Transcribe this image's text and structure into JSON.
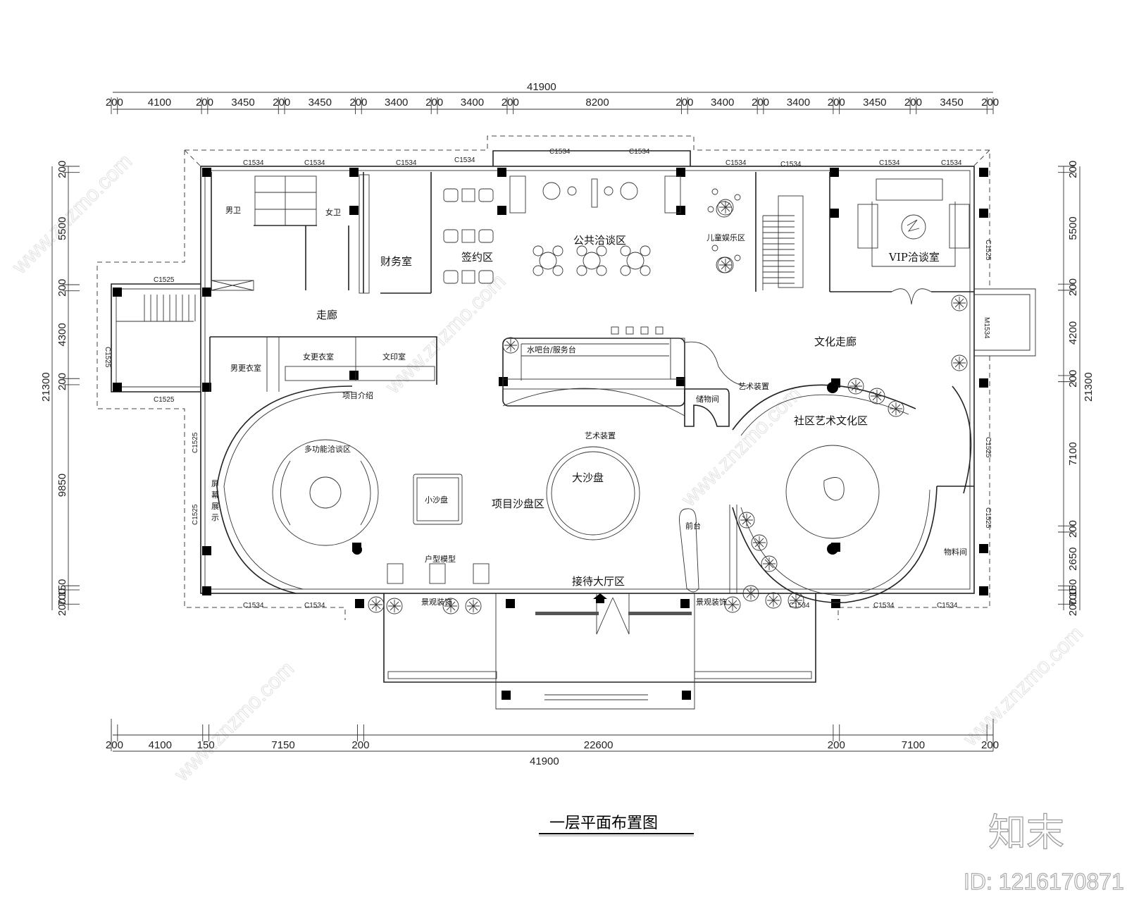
{
  "drawing": {
    "title": "一层平面布置图",
    "watermark_brand": "知末",
    "watermark_id": "ID: 1216170871",
    "watermark_site": "www.znzmo.com"
  },
  "dimensions": {
    "top_total": "41900",
    "top_segments": [
      "200",
      "4100",
      "200",
      "3450",
      "200",
      "3450",
      "200",
      "3400",
      "200",
      "3400",
      "200",
      "8200",
      "200",
      "3400",
      "200",
      "3400",
      "200",
      "3450",
      "200",
      "3450",
      "200"
    ],
    "bottom_total": "41900",
    "bottom_segments": [
      "200",
      "4100",
      "150",
      "7150",
      "200",
      "22600",
      "200",
      "7100",
      "200"
    ],
    "left_total": "21300",
    "left_segments": [
      "200",
      "5500",
      "200",
      "4300",
      "200",
      "9850",
      "150",
      "700",
      "200"
    ],
    "right_total": "21300",
    "right_segments": [
      "200",
      "5500",
      "200",
      "4200",
      "200",
      "7100",
      "200",
      "2650",
      "150",
      "700",
      "200"
    ]
  },
  "rooms": {
    "mens_restroom": "男卫",
    "womens_restroom": "女卫",
    "finance_office": "财务室",
    "signing_area": "签约区",
    "public_negotiation_area": "公共洽谈区",
    "kids_play_area": "儿童娱乐区",
    "vip_negotiation_room": "VIP洽谈室",
    "corridor": "走廊",
    "culture_corridor": "文化走廊",
    "mens_locker_room": "男更衣室",
    "womens_locker_room": "女更衣室",
    "print_room": "文印室",
    "project_intro": "项目介绍",
    "bar_service_counter": "水吧台/服务台",
    "storage_room": "储物间",
    "art_installation_1": "艺术装置",
    "art_installation_2": "艺术装置",
    "community_art_culture_area": "社区艺术文化区",
    "multi_function_negotiation_area": "多功能洽谈区",
    "screen_display": "屏幕展示",
    "small_sand_table": "小沙盘",
    "project_sand_table_area": "项目沙盘区",
    "big_sand_table": "大沙盘",
    "front_desk": "前台",
    "unit_models": "户型模型",
    "reception_hall": "接待大厅区",
    "landscape_decor_left": "景观装饰",
    "landscape_decor_right": "景观装饰",
    "material_room": "物料间"
  },
  "windows": {
    "c1534": "C1534",
    "c1525": "C1525",
    "m1534": "M1534"
  }
}
